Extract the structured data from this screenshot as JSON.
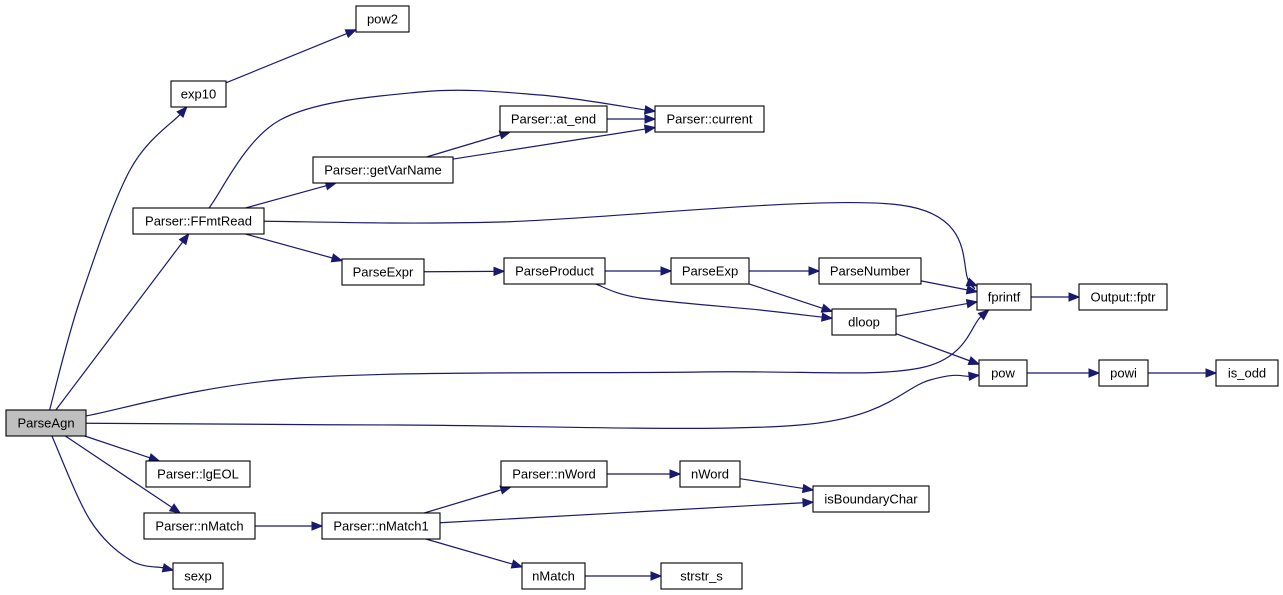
{
  "nodes": [
    {
      "id": "root",
      "label": "ParseAgn",
      "root": true
    },
    {
      "id": "pow2",
      "label": "pow2"
    },
    {
      "id": "exp10",
      "label": "exp10"
    },
    {
      "id": "at_end",
      "label": "Parser::at_end"
    },
    {
      "id": "current",
      "label": "Parser::current"
    },
    {
      "id": "getVarName",
      "label": "Parser::getVarName"
    },
    {
      "id": "FFmtRead",
      "label": "Parser::FFmtRead"
    },
    {
      "id": "ParseExpr",
      "label": "ParseExpr"
    },
    {
      "id": "ParseProduct",
      "label": "ParseProduct"
    },
    {
      "id": "ParseExp",
      "label": "ParseExp"
    },
    {
      "id": "ParseNumber",
      "label": "ParseNumber"
    },
    {
      "id": "fprintf",
      "label": "fprintf"
    },
    {
      "id": "fptr",
      "label": "Output::fptr"
    },
    {
      "id": "dloop",
      "label": "dloop"
    },
    {
      "id": "pow",
      "label": "pow"
    },
    {
      "id": "powi",
      "label": "powi"
    },
    {
      "id": "is_odd",
      "label": "is_odd"
    },
    {
      "id": "lgEOL",
      "label": "Parser::lgEOL"
    },
    {
      "id": "pnWord",
      "label": "Parser::nWord"
    },
    {
      "id": "nWord",
      "label": "nWord"
    },
    {
      "id": "isBoundaryChar",
      "label": "isBoundaryChar"
    },
    {
      "id": "pnMatch",
      "label": "Parser::nMatch"
    },
    {
      "id": "pnMatch1",
      "label": "Parser::nMatch1"
    },
    {
      "id": "nMatch",
      "label": "nMatch"
    },
    {
      "id": "strstr_s",
      "label": "strstr_s"
    },
    {
      "id": "sexp",
      "label": "sexp"
    }
  ],
  "edges": [
    [
      "root",
      "exp10"
    ],
    [
      "root",
      "FFmtRead"
    ],
    [
      "root",
      "fprintf"
    ],
    [
      "root",
      "pow"
    ],
    [
      "root",
      "lgEOL"
    ],
    [
      "root",
      "pnMatch"
    ],
    [
      "root",
      "sexp"
    ],
    [
      "exp10",
      "pow2"
    ],
    [
      "FFmtRead",
      "current"
    ],
    [
      "FFmtRead",
      "getVarName"
    ],
    [
      "FFmtRead",
      "fprintf"
    ],
    [
      "FFmtRead",
      "ParseExpr"
    ],
    [
      "getVarName",
      "at_end"
    ],
    [
      "getVarName",
      "current"
    ],
    [
      "at_end",
      "current"
    ],
    [
      "ParseExpr",
      "ParseProduct"
    ],
    [
      "ParseProduct",
      "ParseExp"
    ],
    [
      "ParseProduct",
      "dloop"
    ],
    [
      "ParseExp",
      "ParseNumber"
    ],
    [
      "ParseExp",
      "dloop"
    ],
    [
      "ParseNumber",
      "fprintf"
    ],
    [
      "dloop",
      "fprintf"
    ],
    [
      "dloop",
      "pow"
    ],
    [
      "fprintf",
      "fptr"
    ],
    [
      "pow",
      "powi"
    ],
    [
      "powi",
      "is_odd"
    ],
    [
      "pnMatch",
      "pnMatch1"
    ],
    [
      "pnMatch1",
      "pnWord"
    ],
    [
      "pnMatch1",
      "isBoundaryChar"
    ],
    [
      "pnMatch1",
      "nMatch"
    ],
    [
      "pnWord",
      "nWord"
    ],
    [
      "nWord",
      "isBoundaryChar"
    ],
    [
      "nMatch",
      "strstr_s"
    ]
  ],
  "colors": {
    "edge": "#191970",
    "node_border": "#000000",
    "root_fill": "#bfbfbf"
  }
}
